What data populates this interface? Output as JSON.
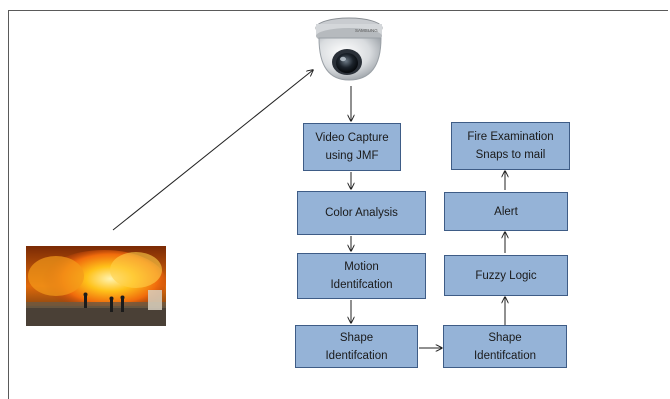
{
  "diagram": {
    "nodes": [
      {
        "id": "video-capture",
        "label": "Video Capture\nusing JMF"
      },
      {
        "id": "color-analysis",
        "label": "Color Analysis"
      },
      {
        "id": "motion-identification",
        "label": "Motion\nIdentifcation"
      },
      {
        "id": "shape-identification-left",
        "label": "Shape\nIdentifcation"
      },
      {
        "id": "shape-identification-right",
        "label": "Shape\nIdentifcation"
      },
      {
        "id": "fuzzy-logic",
        "label": "Fuzzy Logic"
      },
      {
        "id": "alert",
        "label": "Alert"
      },
      {
        "id": "fire-examination",
        "label": "Fire Examination\nSnaps to mail"
      }
    ],
    "edges": [
      [
        "fire-photo",
        "camera"
      ],
      [
        "camera",
        "video-capture"
      ],
      [
        "video-capture",
        "color-analysis"
      ],
      [
        "color-analysis",
        "motion-identification"
      ],
      [
        "motion-identification",
        "shape-identification-left"
      ],
      [
        "shape-identification-left",
        "shape-identification-right"
      ],
      [
        "shape-identification-right",
        "fuzzy-logic"
      ],
      [
        "fuzzy-logic",
        "alert"
      ],
      [
        "alert",
        "fire-examination"
      ]
    ],
    "images": {
      "camera": {
        "icon": "dome-security-camera-icon",
        "brand_text": "SAMSUNG"
      },
      "fire": {
        "icon": "wildfire-photo"
      }
    },
    "colors": {
      "box_fill": "#95b3d7",
      "box_border": "#3e5c86",
      "arrow": "#222222"
    }
  }
}
